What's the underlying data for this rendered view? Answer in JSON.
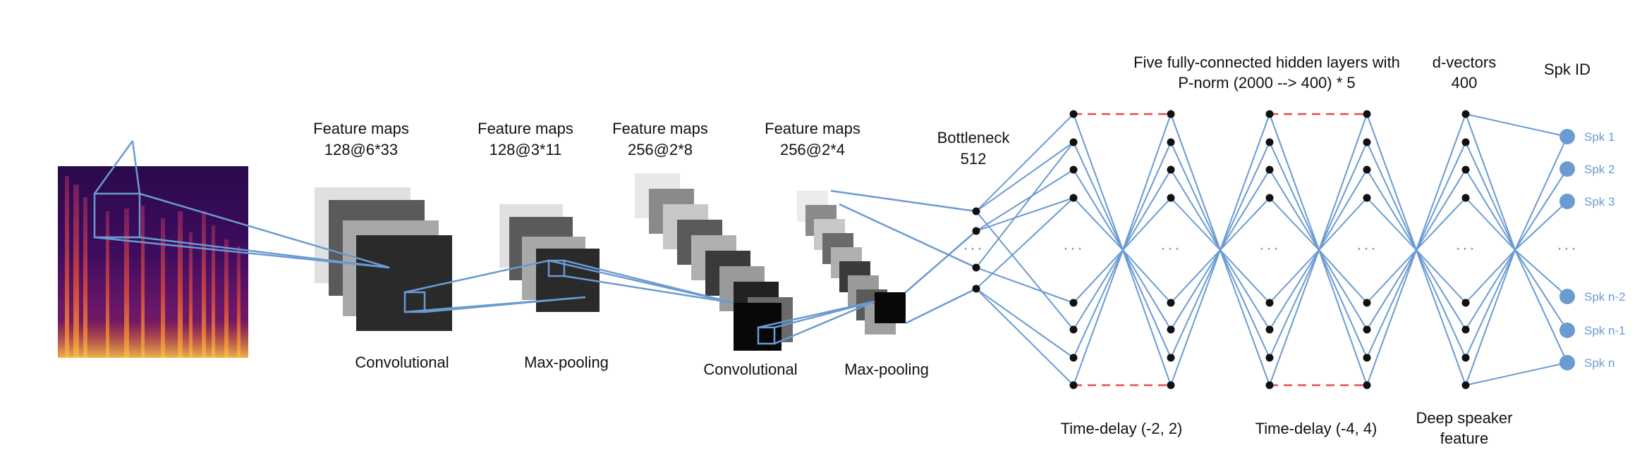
{
  "colors": {
    "accent": "#6a9bd1",
    "node": "#111111",
    "spk_node": "#6a9bd1",
    "dashed": "#e84a4a",
    "text": "#111111"
  },
  "labels": {
    "fm1_title": "Feature maps",
    "fm1_dims": "128@6*33",
    "fm2_title": "Feature maps",
    "fm2_dims": "128@3*11",
    "fm3_title": "Feature maps",
    "fm3_dims": "256@2*8",
    "fm4_title": "Feature maps",
    "fm4_dims": "256@2*4",
    "conv1": "Convolutional",
    "pool1": "Max-pooling",
    "conv2": "Convolutional",
    "pool2": "Max-pooling",
    "bottleneck_title": "Bottleneck",
    "bottleneck_dims": "512",
    "hidden_line1": "Five fully-connected hidden layers with",
    "hidden_line2": "P-norm (2000 --> 400) * 5",
    "dvec_title": "d-vectors",
    "dvec_dims": "400",
    "spkid_title": "Spk ID",
    "td1": "Time-delay (-2, 2)",
    "td2": "Time-delay (-4, 4)",
    "deep_line1": "Deep speaker",
    "deep_line2": "feature"
  },
  "ellipsis": "···",
  "speakers": [
    "Spk 1",
    "Spk 2",
    "Spk 3",
    "Spk n-2",
    "Spk n-1",
    "Spk n"
  ]
}
